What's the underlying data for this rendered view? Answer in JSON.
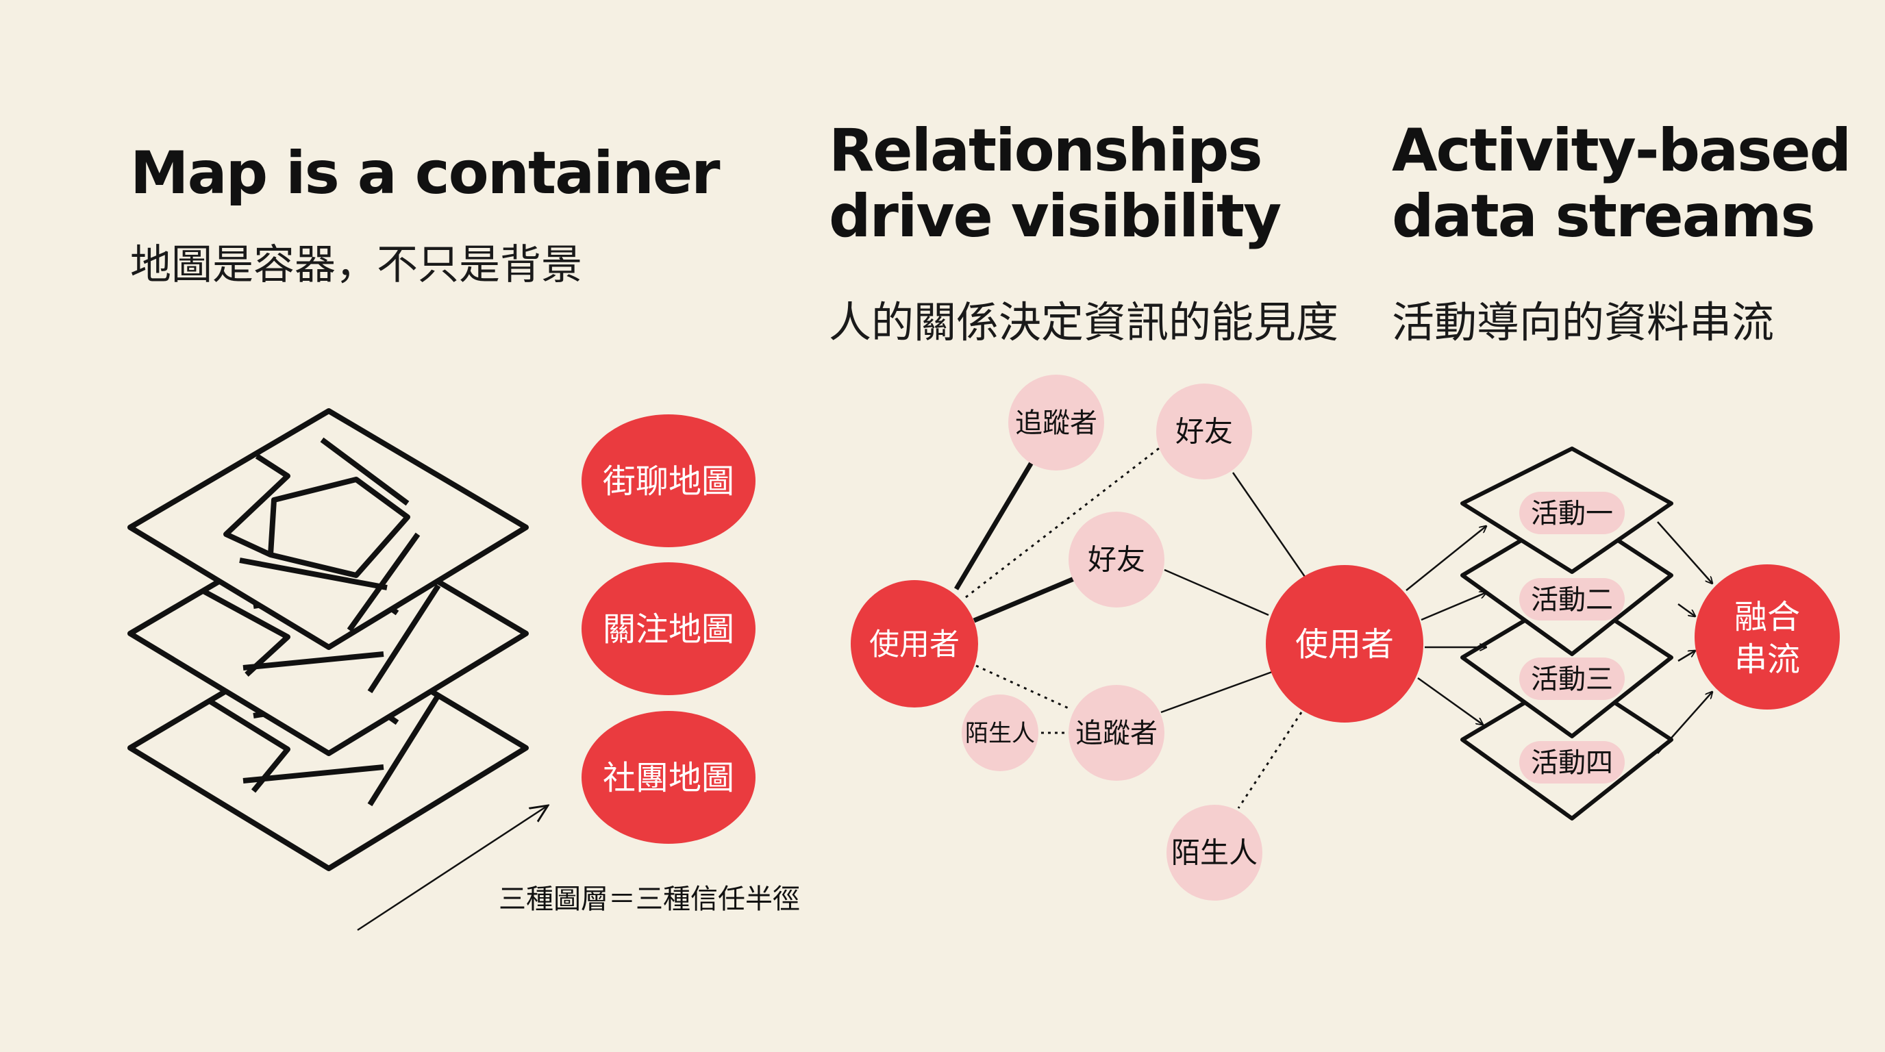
{
  "colors": {
    "background": "#f5f0e3",
    "accent_red": "#ea3b3f",
    "light_pink": "#f5cfcf",
    "line": "#111111"
  },
  "section1": {
    "title": "Map is a container",
    "subtitle": "地圖是容器，不只是背景",
    "layers": [
      "街聊地圖",
      "關注地圖",
      "社團地圖"
    ],
    "caption": "三種圖層＝三種信任半徑"
  },
  "section2": {
    "title": "Relationships\ndrive visibility",
    "subtitle": "人的關係決定資訊的能見度",
    "nodes": {
      "user_left": "使用者",
      "follower_top": "追蹤者",
      "friend_top": "好友",
      "friend_mid": "好友",
      "stranger_left": "陌生人",
      "follower_bottom": "追蹤者",
      "user_right": "使用者",
      "stranger_bottom": "陌生人"
    }
  },
  "section3": {
    "title": "Activity-based\ndata streams",
    "subtitle": "活動導向的資料串流",
    "activities": [
      "活動一",
      "活動二",
      "活動三",
      "活動四"
    ],
    "merged": [
      "融合",
      "串流"
    ]
  }
}
